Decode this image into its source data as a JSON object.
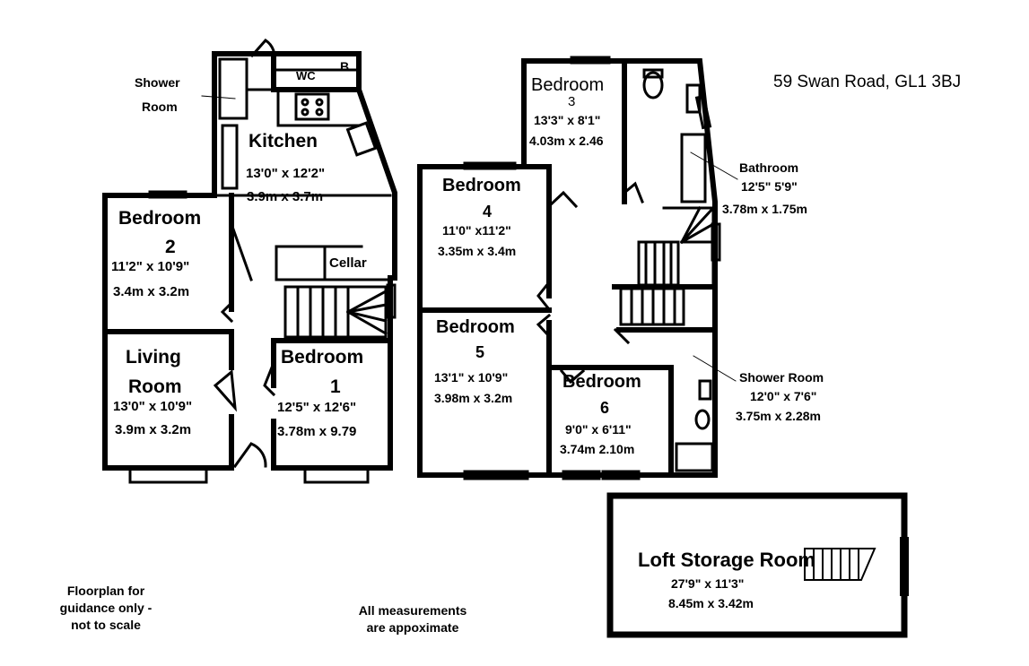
{
  "address": "59 Swan Road, GL1 3BJ",
  "ground_floor": {
    "shower_room": {
      "name_line1": "Shower",
      "name_line2": "Room"
    },
    "wc": "WC",
    "boiler": "B",
    "kitchen": {
      "name": "Kitchen",
      "imperial": "13'0\" x 12'2\"",
      "metric": "3.9m x 3.7m"
    },
    "cellar": "Cellar",
    "bedroom2": {
      "name_line1": "Bedroom",
      "name_line2": "2",
      "imperial": "11'2\" x 10'9\"",
      "metric": "3.4m x 3.2m"
    },
    "living_room": {
      "name_line1": "Living",
      "name_line2": "Room",
      "imperial": "13'0\" x 10'9\"",
      "metric": "3.9m x 3.2m"
    },
    "bedroom1": {
      "name_line1": "Bedroom",
      "name_line2": "1",
      "imperial": "12'5\" x 12'6\"",
      "metric": "3.78m x 9.79"
    }
  },
  "first_floor": {
    "bedroom3": {
      "name_line1": "Bedroom",
      "name_line2": "3",
      "imperial": "13'3\" x 8'1\"",
      "metric": "4.03m x 2.46"
    },
    "bathroom": {
      "name": "Bathroom",
      "imperial": "12'5\" 5'9\"",
      "metric": "3.78m x 1.75m"
    },
    "bedroom4": {
      "name_line1": "Bedroom",
      "name_line2": "4",
      "imperial": "11'0\" x11'2\"",
      "metric": "3.35m x 3.4m"
    },
    "bedroom5": {
      "name_line1": "Bedroom",
      "name_line2": "5",
      "imperial": "13'1\" x 10'9\"",
      "metric": "3.98m x 3.2m"
    },
    "bedroom6": {
      "name_line1": "Bedroom",
      "name_line2": "6",
      "imperial": "9'0\" x 6'11\"",
      "metric": "3.74m 2.10m"
    },
    "shower_room": {
      "name": "Shower Room",
      "imperial": "12'0\" x 7'6\"",
      "metric": "3.75m x 2.28m"
    }
  },
  "loft": {
    "name": "Loft Storage Room",
    "imperial": "27'9\" x 11'3\"",
    "metric": "8.45m x 3.42m"
  },
  "notes": {
    "guidance_line1": "Floorplan for",
    "guidance_line2": "guidance only -",
    "guidance_line3": "not to scale",
    "measure_line1": "All measurements",
    "measure_line2": "are appoximate"
  }
}
